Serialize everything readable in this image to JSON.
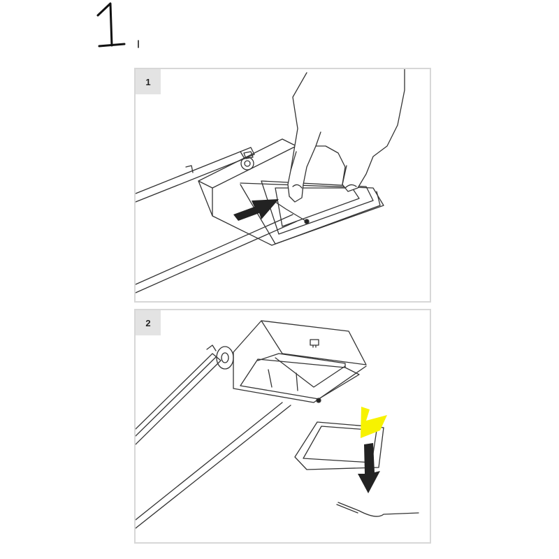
{
  "header": {
    "handwritten_number": "1"
  },
  "steps": [
    {
      "number": "1"
    },
    {
      "number": "2"
    }
  ],
  "colors": {
    "panel_border": "#d7d7d7",
    "tab_bg": "#e3e3e3",
    "line": "#333333",
    "highlight": "#f7f200"
  }
}
